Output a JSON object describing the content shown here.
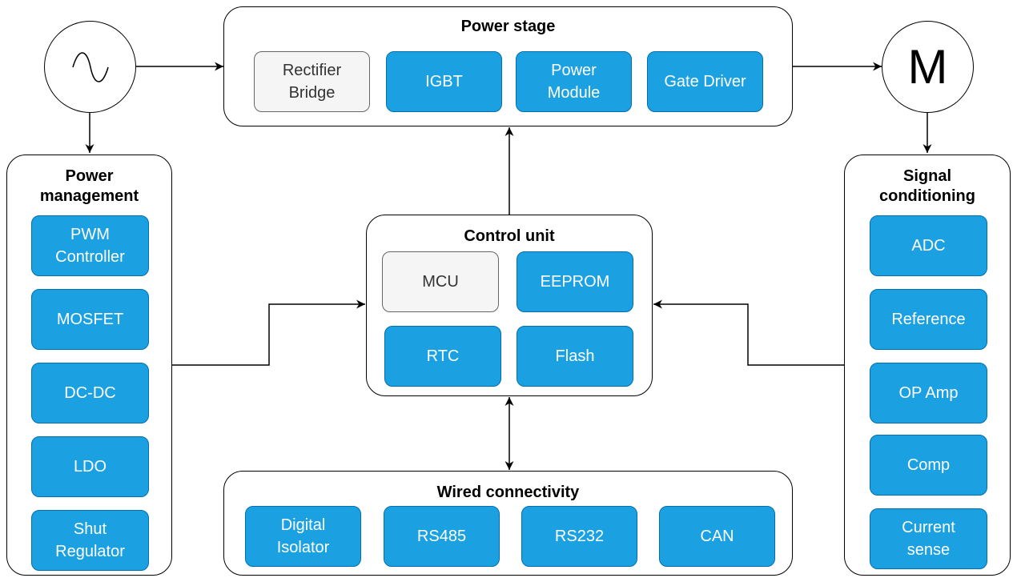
{
  "colors": {
    "block_fill": "#1ba1e2",
    "block_border": "#006eaf",
    "inactive_fill": "#f5f5f5",
    "inactive_border": "#666666"
  },
  "ac_source": {
    "icon": "sine-wave-icon"
  },
  "motor": {
    "label": "M"
  },
  "power_stage": {
    "title": "Power stage",
    "blocks": [
      "Rectifier\nBridge",
      "IGBT",
      "Power\nModule",
      "Gate Driver"
    ]
  },
  "power_management": {
    "title": "Power\nmanagement",
    "blocks": [
      "PWM\nController",
      "MOSFET",
      "DC-DC",
      "LDO",
      "Shut\nRegulator"
    ]
  },
  "control_unit": {
    "title": "Control unit",
    "blocks": [
      "MCU",
      "EEPROM",
      "RTC",
      "Flash"
    ]
  },
  "signal_conditioning": {
    "title": "Signal\nconditioning",
    "blocks": [
      "ADC",
      "Reference",
      "OP Amp",
      "Comp",
      "Current\nsense"
    ]
  },
  "wired_connectivity": {
    "title": "Wired connectivity",
    "blocks": [
      "Digital\nIsolator",
      "RS485",
      "RS232",
      "CAN"
    ]
  }
}
